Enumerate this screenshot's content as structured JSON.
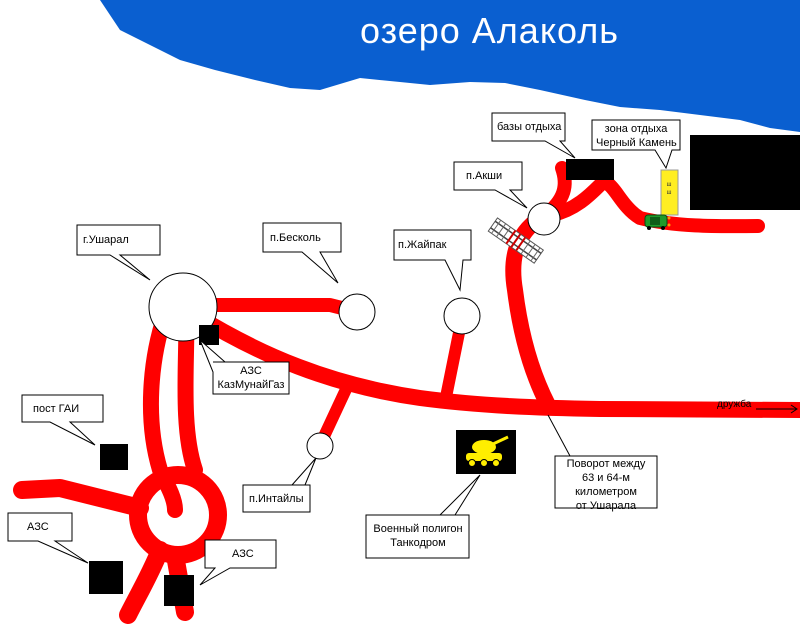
{
  "lake": {
    "title": "озеро Алаколь",
    "color": "#0a5fd0"
  },
  "colors": {
    "road": "#ff0000",
    "building": "#000000",
    "tank_bg": "#000000",
    "tank_fg": "#ffee00",
    "sign": "#ffee22"
  },
  "labels": {
    "ushzral": "г.Ушарал",
    "beskol": "п.Бесколь",
    "zhaipak": "п.Жайпак",
    "akshi": "п.Акши",
    "bazy": "базы отдыха",
    "zona_1": "зона отдыха",
    "zona_2": "Черный Камень",
    "azs_kmg_1": "АЗС",
    "azs_kmg_2": "КазМунайГаз",
    "post_gai": "пост ГАИ",
    "azs_left": "АЗС",
    "azs_right": "АЗС",
    "intaily": "п.Интайлы",
    "poligon_1": "Военный полигон",
    "poligon_2": "Танкодром",
    "povorot_1": "Поворот между",
    "povorot_2": "63 и 64-м",
    "povorot_3": "километром",
    "povorot_4": "от Ушарала",
    "druzhba": "дружба"
  },
  "icons": {
    "car": "car-icon",
    "tank": "tank-icon",
    "railway": "railway-crossing-icon",
    "arrow": "arrow-right-icon"
  }
}
